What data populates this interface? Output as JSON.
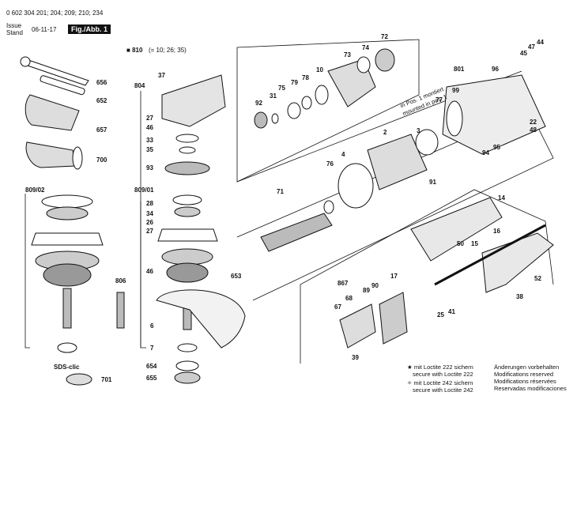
{
  "header": {
    "part_number": "0 602 304 201; 204; 209; 210; 234",
    "issue_label": "Issue",
    "stand_label": "Stand",
    "date": "06-11-17",
    "fig_label": "Fig./Abb. 1",
    "set_label": "810",
    "set_contents": "(= 10; 26; 35)"
  },
  "groups": {
    "g809_02": "809/02",
    "g809_01": "809/01",
    "sds": "SDS-clic"
  },
  "callouts": [
    "656",
    "652",
    "657",
    "700",
    "804",
    "37",
    "27",
    "46",
    "33",
    "35",
    "93",
    "28",
    "34",
    "26",
    "27",
    "46",
    "6",
    "7",
    "654",
    "655",
    "653",
    "806",
    "701",
    "92",
    "31",
    "75",
    "79",
    "78",
    "10",
    "73",
    "74",
    "72",
    "801",
    "96",
    "99",
    "45",
    "47",
    "44",
    "22",
    "48",
    "95",
    "94",
    "2",
    "4",
    "76",
    "71",
    "91",
    "77",
    "3",
    "14",
    "16",
    "15",
    "50",
    "52",
    "38",
    "867",
    "68",
    "90",
    "89",
    "67",
    "17",
    "41",
    "25",
    "39"
  ],
  "notes": {
    "pos1_de": "in Pos. 1 montiert",
    "pos1_en": "mounted in pos. 1",
    "loctite222_de": "mit Loctite 222 sichern",
    "loctite222_en": "secure with Loctite 222",
    "loctite242_de": "mit Loctite 242 sichern",
    "loctite242_en": "secure with Loctite 242",
    "mod_de": "Änderungen vorbehalten",
    "mod_en": "Modifications reserved",
    "mod_fr": "Modifications réservées",
    "mod_es": "Reservadas modificaciones"
  }
}
